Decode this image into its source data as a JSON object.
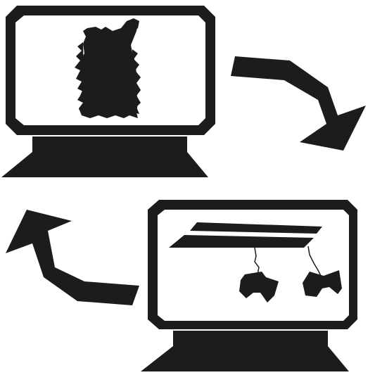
{
  "colors": {
    "ink": "#1c1c1c",
    "paper": "#ffffff"
  },
  "diagram": {
    "monitors": [
      {
        "screen_content": "dog-silhouette"
      },
      {
        "screen_content": "antenna-devices"
      }
    ],
    "arrows": [
      {
        "from": "top-monitor",
        "to": "bottom-monitor"
      },
      {
        "from": "bottom-monitor",
        "to": "top-monitor"
      }
    ]
  }
}
